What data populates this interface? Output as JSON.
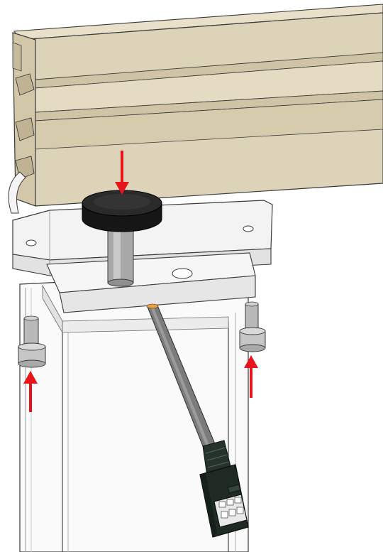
{
  "figure": {
    "parts": {
      "profile_beam": {
        "icon": "aluminium-extrusion-icon",
        "color": "#ddd3b8"
      },
      "knob": {
        "icon": "round-knob-icon",
        "color": "#1c1c1c"
      },
      "pin": {
        "icon": "pin-icon",
        "color": "#a8a8a8"
      },
      "mounting_plate": {
        "icon": "bracket-plate-icon",
        "color": "#f3f3f3"
      },
      "column": {
        "icon": "column-housing-icon",
        "color": "#fafafa"
      },
      "screw_left": {
        "icon": "socket-head-screw-icon",
        "color": "#b9b9b9"
      },
      "screw_right": {
        "icon": "socket-head-screw-icon",
        "color": "#b9b9b9"
      },
      "cable": {
        "icon": "cable-icon",
        "color": "#7b7b7b"
      },
      "connector": {
        "icon": "six-pin-connector-icon",
        "color": "#1e2a22"
      }
    },
    "arrows": [
      {
        "id": "arrow-knob",
        "direction": "down",
        "color": "#e8141c"
      },
      {
        "id": "arrow-screw-left",
        "direction": "up",
        "color": "#e8141c"
      },
      {
        "id": "arrow-screw-right",
        "direction": "up",
        "color": "#e8141c"
      }
    ]
  }
}
